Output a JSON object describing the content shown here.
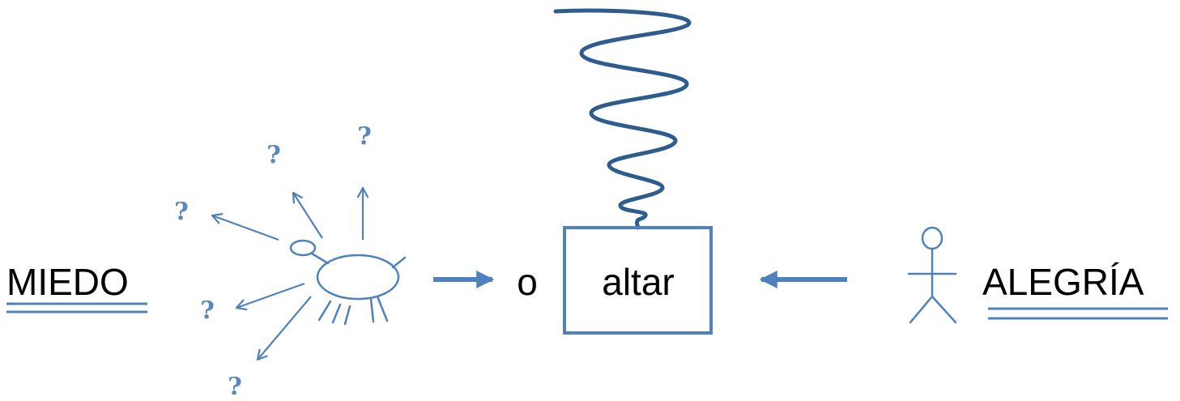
{
  "labels": {
    "miedo": "MIEDO",
    "o": "o",
    "altar": "altar",
    "alegria": "ALEGRÍA",
    "question_mark": "?"
  },
  "colors": {
    "accent": "#4F81BD",
    "spring": "#2F5C8F",
    "text": "#000000",
    "question": "#5B86C0"
  },
  "icons": {
    "creature": "bug-creature-icon",
    "stick_figure": "stick-figure-icon",
    "spring": "spring-coil-icon",
    "arrow": "arrow-icon"
  }
}
